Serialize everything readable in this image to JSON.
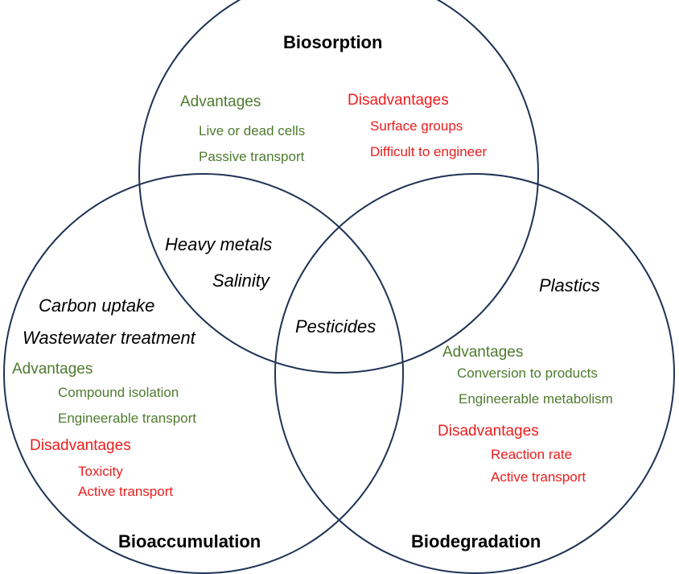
{
  "colors": {
    "circle_stroke": "#1f3355",
    "advantage": "#4f7a2e",
    "disadvantage": "#ee1c1c",
    "text": "#000000"
  },
  "biosorption": {
    "title": "Biosorption",
    "advantages_heading": "Advantages",
    "advantages": [
      "Live or dead cells",
      "Passive transport"
    ],
    "disadvantages_heading": "Disadvantages",
    "disadvantages": [
      "Surface groups",
      "Difficult to engineer"
    ]
  },
  "bioaccumulation": {
    "title": "Bioaccumulation",
    "topics": [
      "Carbon uptake",
      "Wastewater treatment"
    ],
    "advantages_heading": "Advantages",
    "advantages": [
      "Compound isolation",
      "Engineerable transport"
    ],
    "disadvantages_heading": "Disadvantages",
    "disadvantages": [
      "Toxicity",
      "Active transport"
    ]
  },
  "biodegradation": {
    "title": "Biodegradation",
    "topics": [
      "Plastics"
    ],
    "advantages_heading": "Advantages",
    "advantages": [
      "Conversion to products",
      "Engineerable metabolism"
    ],
    "disadvantages_heading": "Disadvantages",
    "disadvantages": [
      "Reaction rate",
      "Active transport"
    ]
  },
  "overlaps": {
    "biosorption_bioaccumulation": [
      "Heavy metals",
      "Salinity"
    ],
    "all_three": [
      "Pesticides"
    ]
  }
}
